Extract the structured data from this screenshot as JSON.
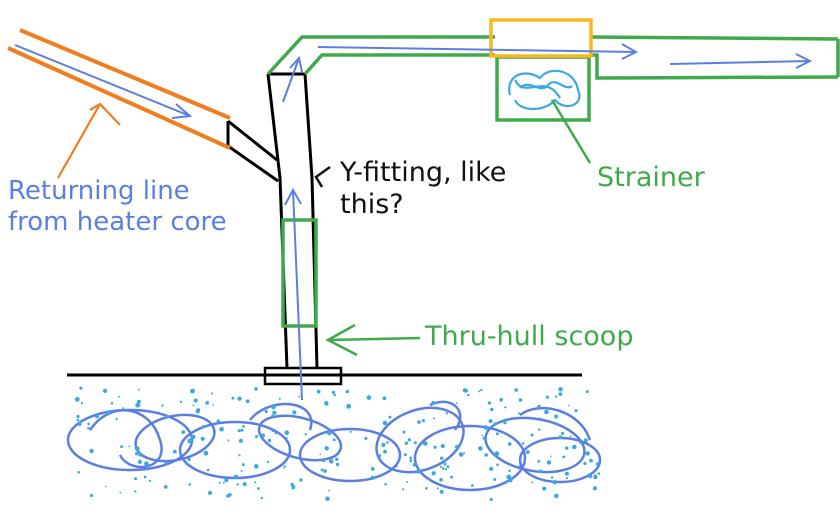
{
  "labels": {
    "returning_line": [
      "Returning line",
      "from heater core"
    ],
    "y_fitting": [
      "Y-fitting, like",
      "this?"
    ],
    "strainer": "Strainer",
    "thru_hull": "Thru-hull scoop"
  },
  "colors": {
    "orange_pipe": "#f07d1e",
    "green_pipe": "#3faa4a",
    "blue_flow": "#5b7fe0",
    "yellow_box": "#f5b820",
    "black_line": "#000000",
    "cyan_scribble": "#39a9e0"
  }
}
